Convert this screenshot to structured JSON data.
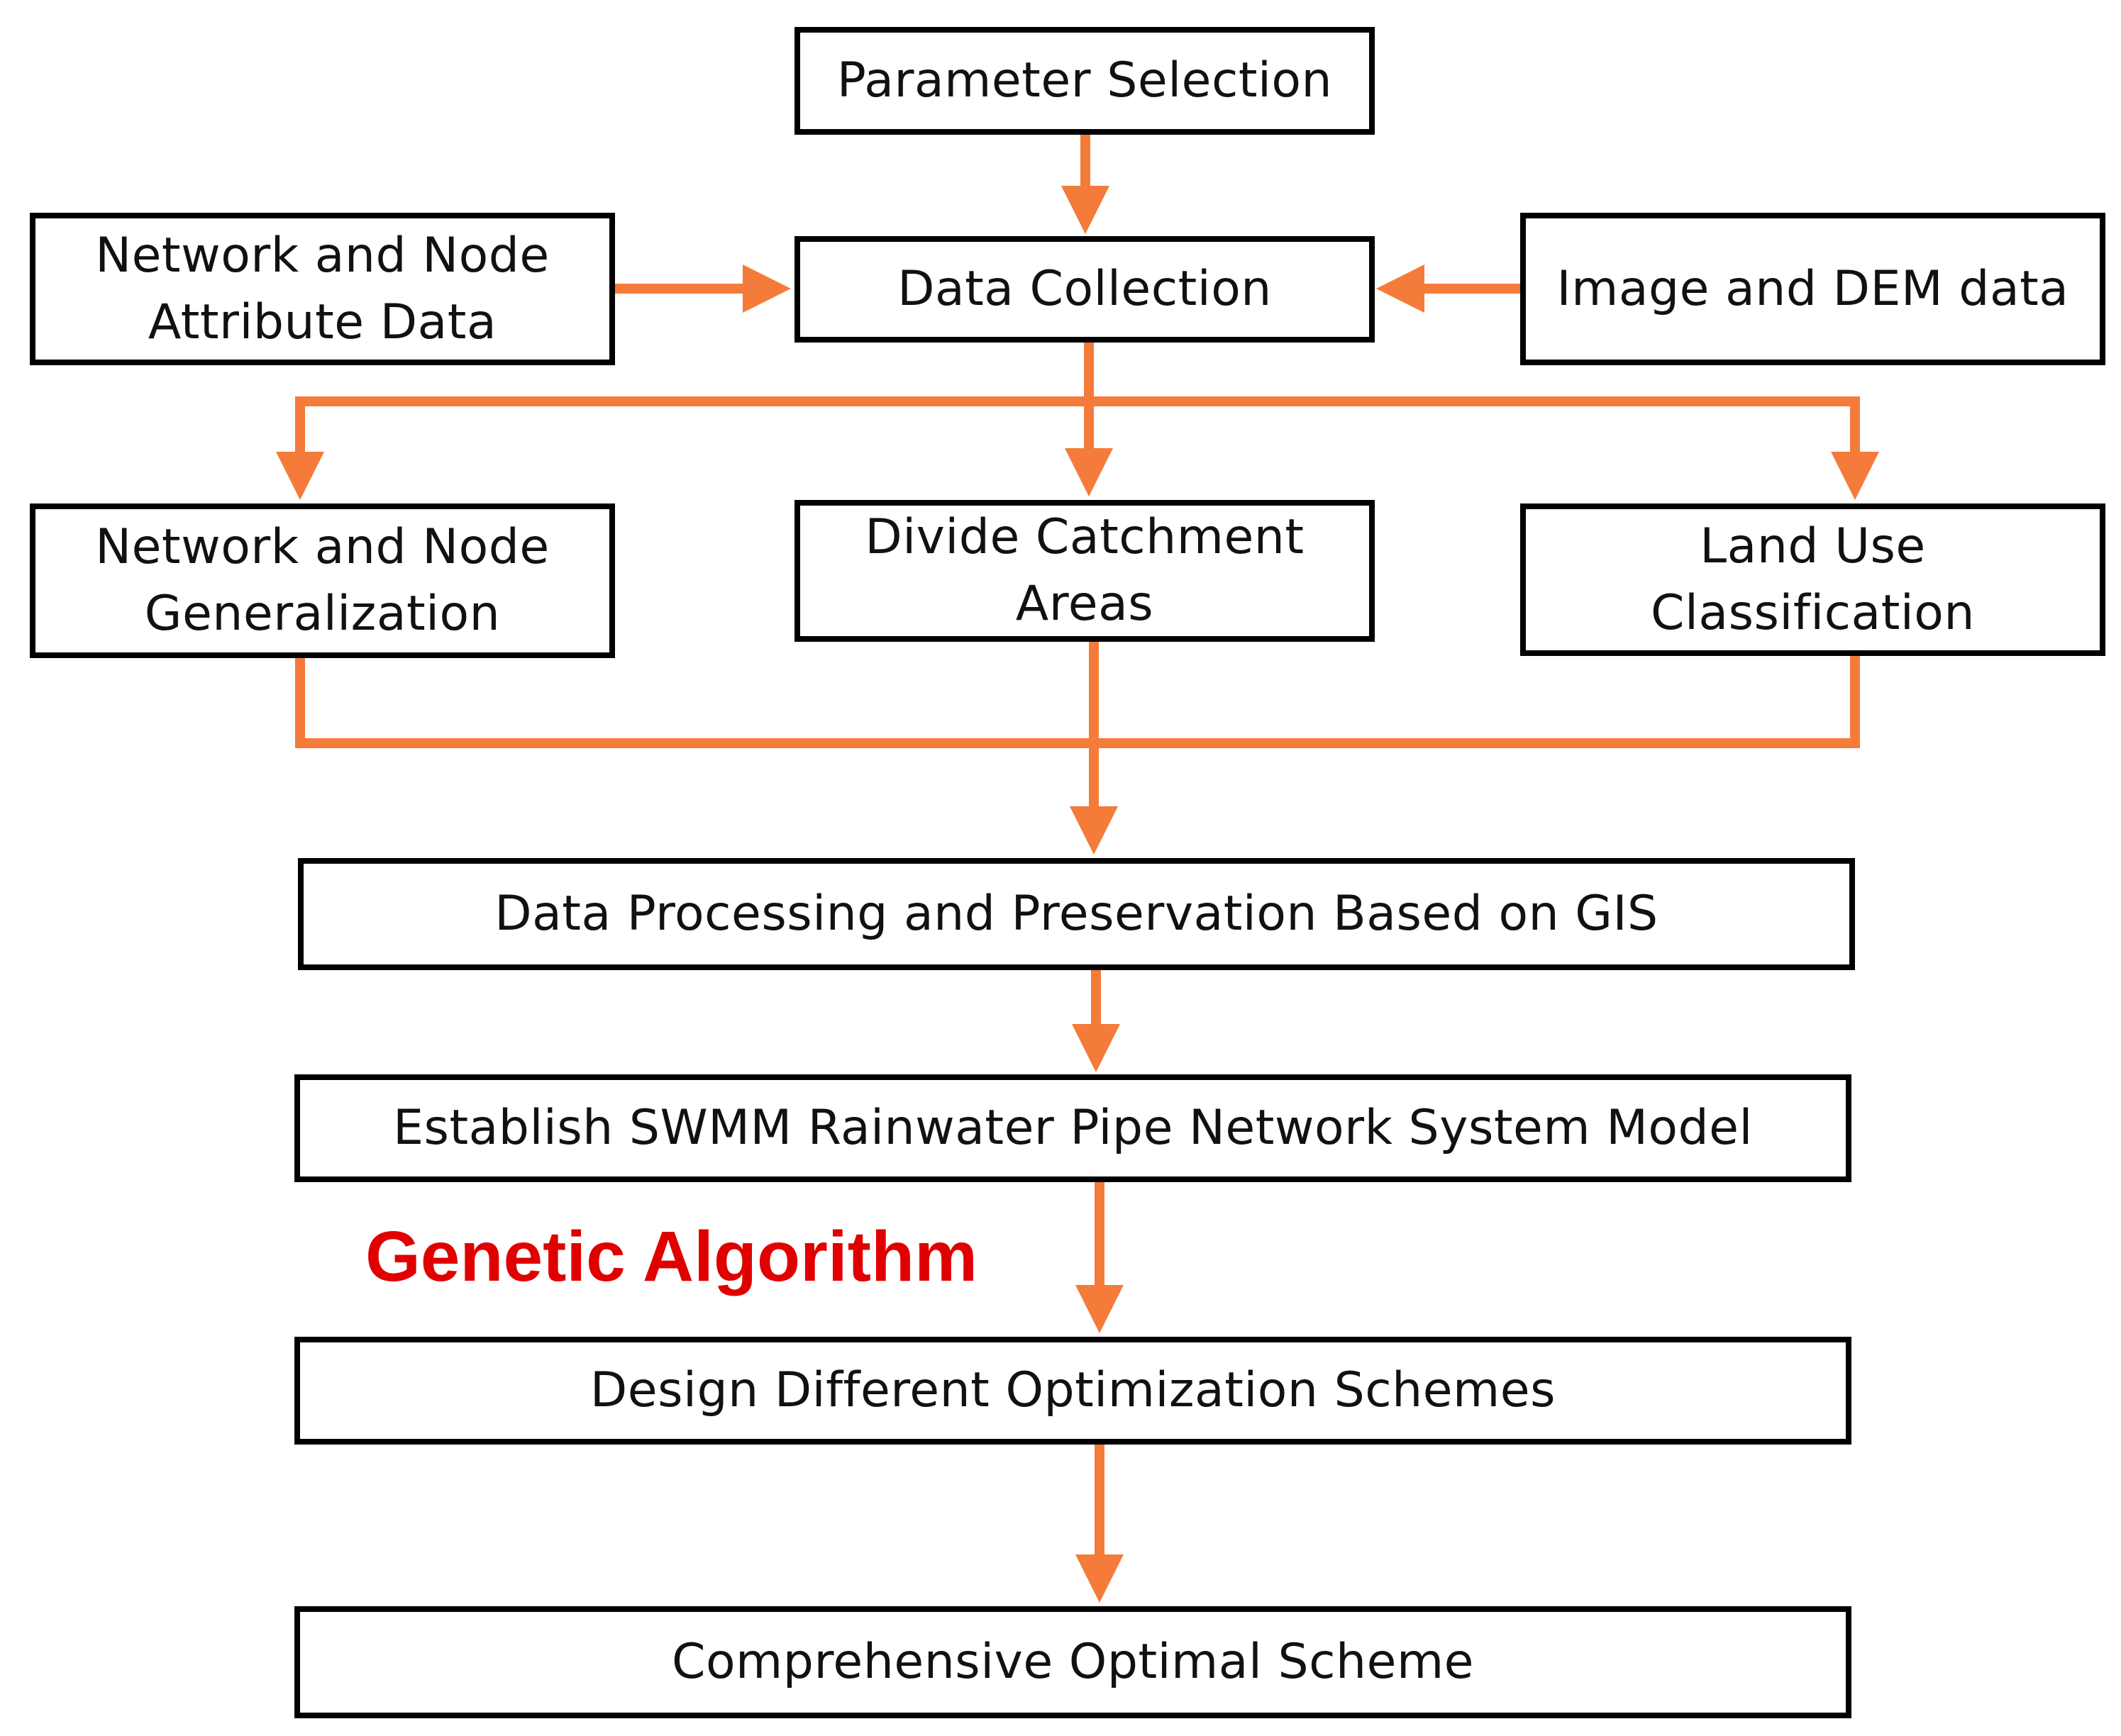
{
  "colors": {
    "arrow": "#F47B3A",
    "box_border": "#000000",
    "box_text": "#111111",
    "label_red": "#E00000"
  },
  "nodes": {
    "parameter_selection": "Parameter Selection",
    "data_collection": "Data Collection",
    "network_node_attribute": "Network and Node Attribute Data",
    "image_dem": "Image and DEM data",
    "network_node_generalization": "Network and Node Generalization",
    "divide_catchment": "Divide Catchment Areas",
    "land_use": "Land Use Classification",
    "gis_processing": "Data Processing and Preservation Based on GIS",
    "swmm_model": "Establish SWMM Rainwater Pipe Network System Model",
    "design_schemes": "Design Different Optimization Schemes",
    "optimal_scheme": "Comprehensive Optimal Scheme"
  },
  "labels": {
    "genetic_algorithm": "Genetic Algorithm"
  },
  "edges": [
    {
      "from": "parameter_selection",
      "to": "data_collection"
    },
    {
      "from": "network_node_attribute",
      "to": "data_collection"
    },
    {
      "from": "image_dem",
      "to": "data_collection"
    },
    {
      "from": "data_collection",
      "to": "network_node_generalization"
    },
    {
      "from": "data_collection",
      "to": "divide_catchment"
    },
    {
      "from": "data_collection",
      "to": "land_use"
    },
    {
      "from": "network_node_generalization",
      "to": "gis_processing"
    },
    {
      "from": "divide_catchment",
      "to": "gis_processing"
    },
    {
      "from": "land_use",
      "to": "gis_processing"
    },
    {
      "from": "gis_processing",
      "to": "swmm_model"
    },
    {
      "from": "swmm_model",
      "to": "design_schemes"
    },
    {
      "from": "design_schemes",
      "to": "optimal_scheme"
    }
  ]
}
